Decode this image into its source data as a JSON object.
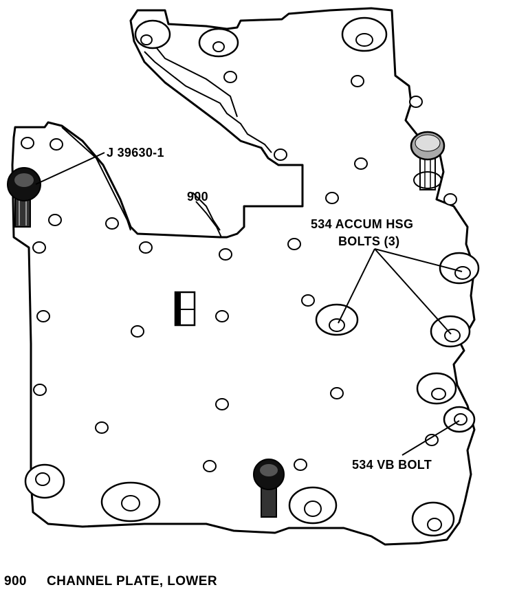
{
  "labels": {
    "tool": "J 39630-1",
    "plate_number": "900",
    "accum_bolts_line1": "534 ACCUM HSG",
    "accum_bolts_line2": "BOLTS (3)",
    "vb_bolt": "534 VB BOLT"
  },
  "caption": {
    "number": "900",
    "text": "CHANNEL PLATE, LOWER"
  }
}
